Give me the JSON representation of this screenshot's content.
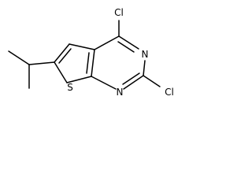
{
  "molecule": {
    "atoms": {
      "sulfur": "S",
      "chlorine_top": "Cl",
      "chlorine_right": "Cl",
      "nitrogen_upper": "N",
      "nitrogen_lower": "N"
    },
    "colors": {
      "bond": "#000000",
      "label": "#000000",
      "background": "#ffffff"
    }
  }
}
